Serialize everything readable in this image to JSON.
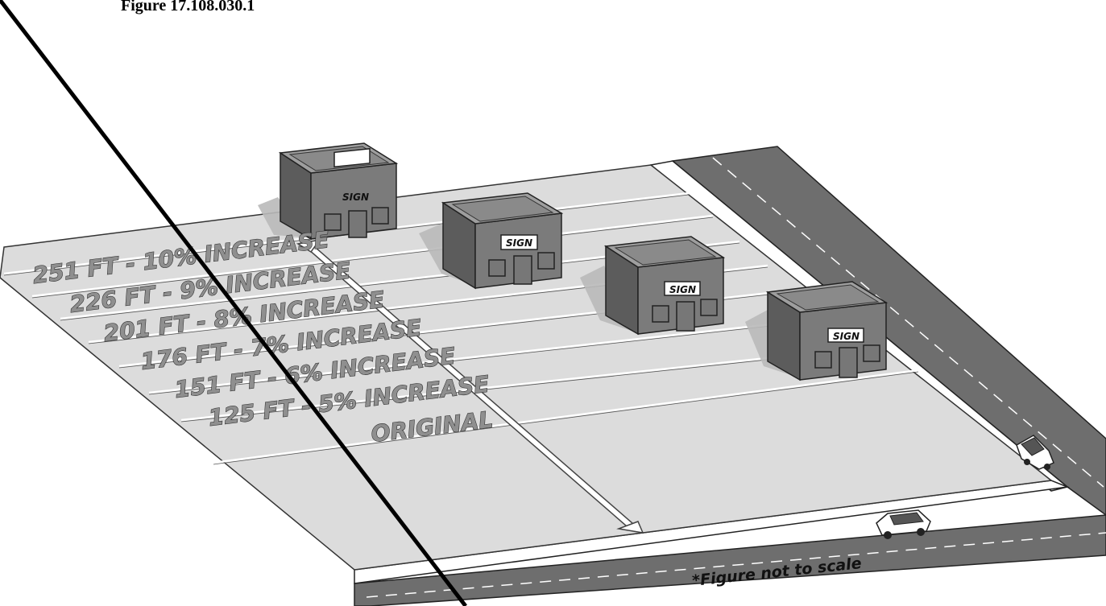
{
  "caption": "Figure 17.108.030.1",
  "setback_labels": [
    "251 FT - 10% INCREASE",
    "226 FT - 9% INCREASE",
    "201 FT - 8% INCREASE",
    "176 FT - 7% INCREASE",
    "151 FT - 6% INCREASE",
    "125 FT - 5% INCREASE",
    "ORIGINAL"
  ],
  "building_sign_text": "SIGN",
  "scale_note": "*Figure not to scale",
  "colors": {
    "lot": "#dcdcdc",
    "road": "#6e6e6e",
    "building": "#7b7b7b",
    "sidewalk": "#ffffff"
  }
}
